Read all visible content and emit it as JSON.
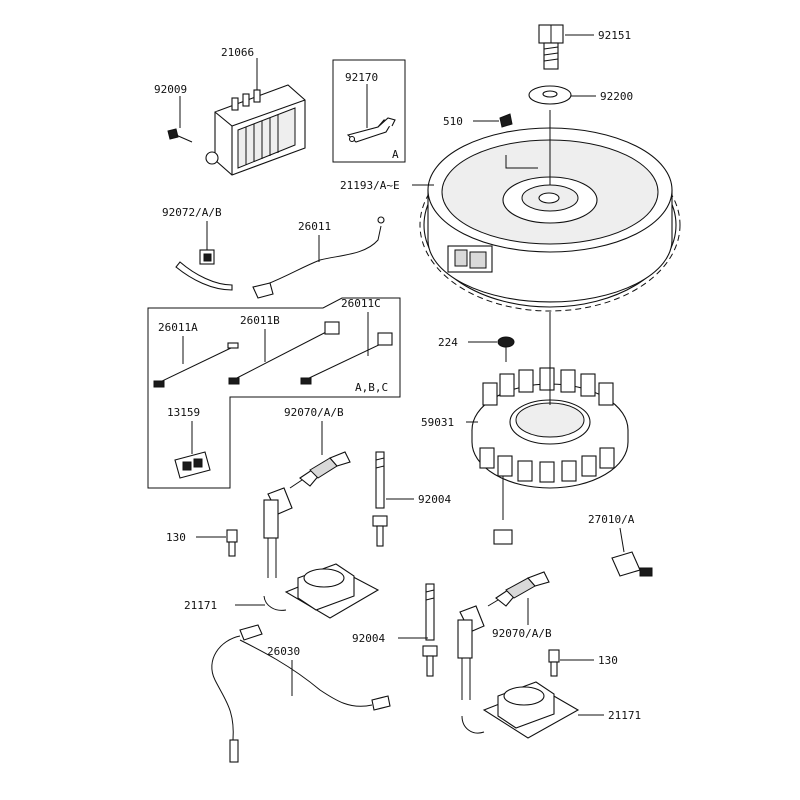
{
  "labels": {
    "p21066": "21066",
    "p92009": "92009",
    "p92170": "92170",
    "inset_a": "A",
    "p92151": "92151",
    "p92200": "92200",
    "p510": "510",
    "p21193": "21193/A~E",
    "p92072": "92072/A/B",
    "p26011": "26011",
    "p26011A": "26011A",
    "p26011B": "26011B",
    "p26011C": "26011C",
    "inset_abc": "A,B,C",
    "p13159": "13159",
    "p224": "224",
    "p59031": "59031",
    "p92070_top": "92070/A/B",
    "p92004_top": "92004",
    "p130_left": "130",
    "p21171_left": "21171",
    "p27010": "27010/A",
    "p26030": "26030",
    "p92004_bottom": "92004",
    "p92070_bottom": "92070/A/B",
    "p130_right": "130",
    "p21171_right": "21171"
  }
}
